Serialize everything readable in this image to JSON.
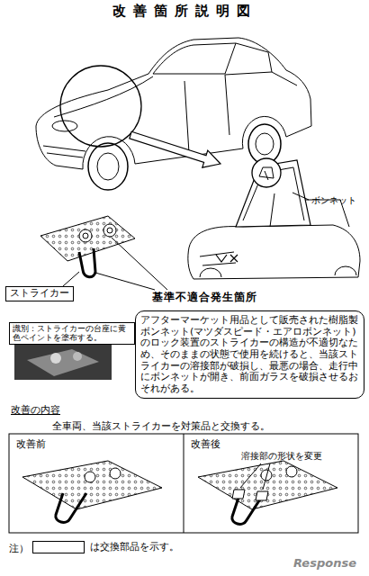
{
  "diagram": {
    "title": "改善箇所説明図",
    "nodes": [
      {
        "text": [
          "ストライカー"
        ]
      },
      {
        "text": [
          "基準不適合発生箇所",
          "アフターマーケット用品として販売された樹脂製ボンネット(マツダスピード・エアロボンネット)のロック装置のストライカーの構造が不適切なため、そのままの状態で使用を続けると、当該ストライカーの溶接部が破損し、最悪の場合、走行中にボンネットが開き、前面ガラスを破損させるおそれがある。"
        ]
      },
      {
        "text": [
          "識別：ストライカーの台座に黄色ペイントを塗布する。"
        ]
      }
    ],
    "labels": [
      "ボンネット",
      "改善の内容",
      "全車両、当該ストライカーを対策品と交換する。",
      "改善前",
      "改善後",
      "溶接部の形状を変更",
      "注）",
      "Response"
    ],
    "legend": [
      {
        "text": "は交換部品を示す。"
      }
    ]
  }
}
